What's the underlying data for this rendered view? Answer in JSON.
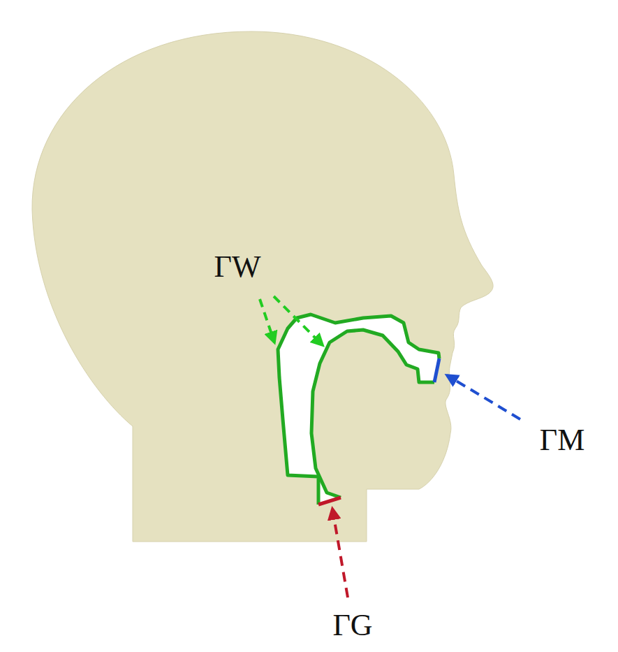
{
  "diagram": {
    "labels": [
      "ΓW",
      "ΓM",
      "ΓG"
    ]
  }
}
